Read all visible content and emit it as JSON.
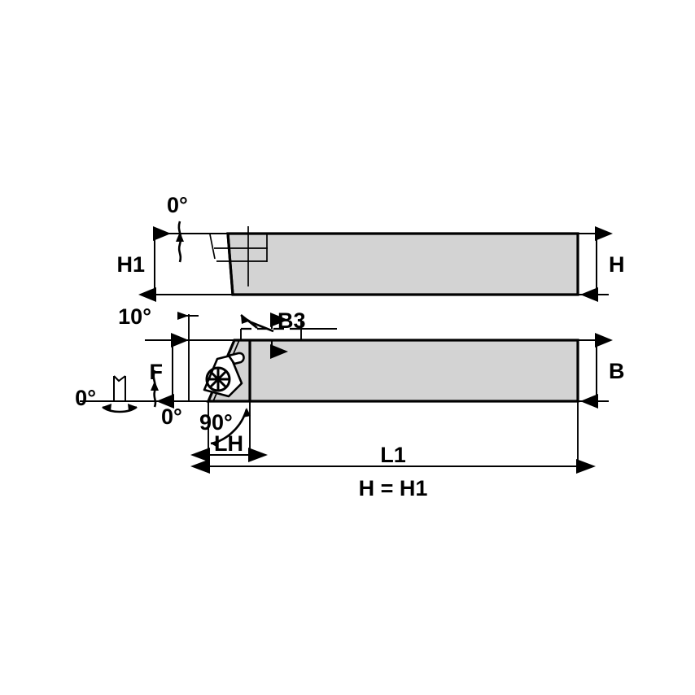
{
  "drawing": {
    "title": "Turning toolholder dimensional drawing",
    "background_color": "#ffffff",
    "body_fill_color": "#d3d3d3",
    "line_color": "#000000",
    "views": [
      {
        "name": "side-view",
        "position": "top",
        "labels": [
          "0°",
          "H1",
          "H"
        ]
      },
      {
        "name": "top-view",
        "position": "bottom",
        "labels": [
          "10°",
          "B3",
          "F",
          "0°",
          "0°",
          "90°",
          "LH",
          "L1",
          "B"
        ]
      }
    ],
    "labels": {
      "angle_top_rake": "0°",
      "height_h1": "H1",
      "height_h": "H",
      "angle_side_clearance": "10°",
      "insert_thickness_b3": "B3",
      "dim_f": "F",
      "angle_left_detail": "0°",
      "angle_inclination": "0°",
      "lead_angle": "90°",
      "dim_lh": "LH",
      "dim_l1": "L1",
      "dim_b": "B",
      "note_h_equals_h1": "H = H1"
    }
  }
}
